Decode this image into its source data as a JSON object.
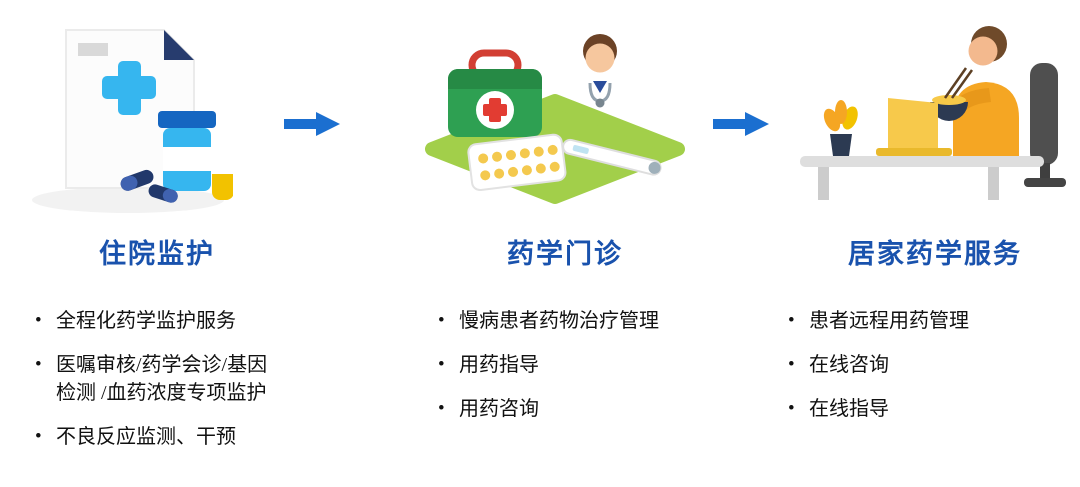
{
  "diagram_title": "pharmacy-service-flow",
  "columns": [
    {
      "title": "住院监护",
      "illustration": "medical-document-with-pill-bottle",
      "items": [
        "全程化药学监护服务",
        "医嘱审核/药学会诊/基因检测 /血药浓度专项监护",
        "不良反应监测、干预"
      ]
    },
    {
      "title": "药学门诊",
      "illustration": "first-aid-kit-doctor-and-medicine",
      "items": [
        "慢病患者药物治疗管理",
        "用药指导",
        "用药咨询"
      ]
    },
    {
      "title": "居家药学服务",
      "illustration": "person-with-laptop-at-home-desk",
      "items": [
        "患者远程用药管理",
        "在线咨询",
        "在线指导"
      ]
    }
  ],
  "icons": {
    "flow_arrow": "arrow-right"
  },
  "colors": {
    "title_blue": "#1952ad",
    "arrow_blue": "#1b6fd0",
    "text_dark": "#111111",
    "platform_green": "#a2cf4a",
    "kit_green": "#2ea052",
    "cross_blue": "#36b6ef",
    "capsule_navy": "#21386b",
    "accent_orange": "#f5a623",
    "accent_yellow": "#f2c200"
  }
}
